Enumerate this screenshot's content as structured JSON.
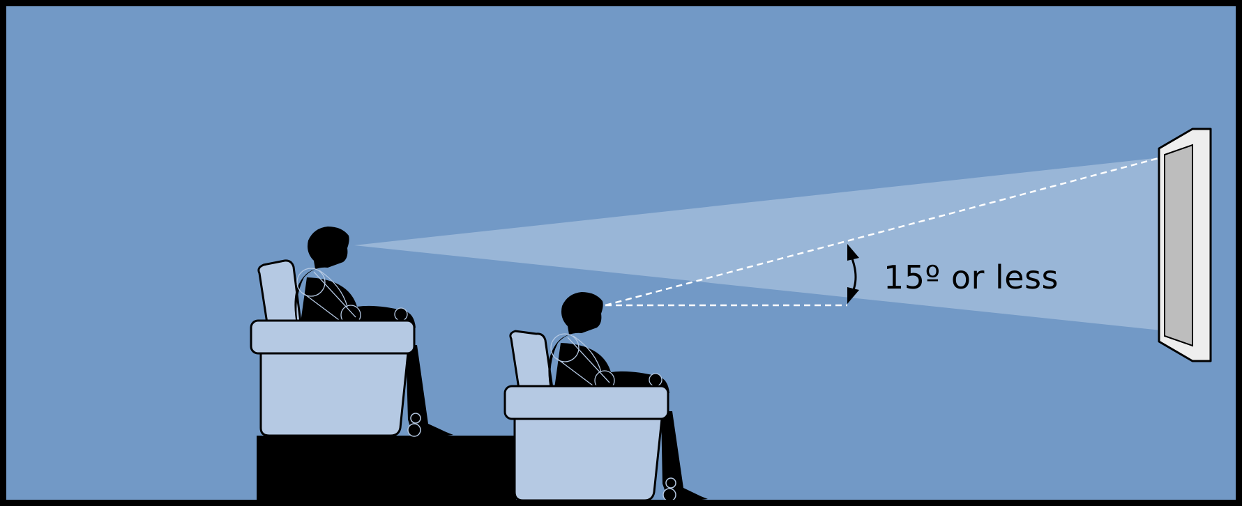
{
  "diagram": {
    "angle_label": "15º or less",
    "colors": {
      "background": "#7299c6",
      "border": "#000000",
      "view_cone": "#b9cde6",
      "chair_fill": "#b5c9e3",
      "tv_frame": "#eeeeee",
      "tv_screen": "#bdbdbd",
      "silhouette": "#000000"
    },
    "icons": [
      "viewer-silhouette",
      "armchair",
      "flat-panel-tv",
      "curved-double-arrow"
    ]
  }
}
